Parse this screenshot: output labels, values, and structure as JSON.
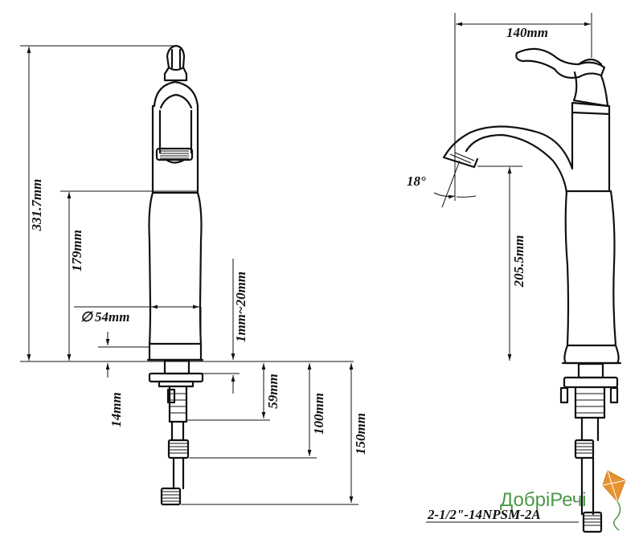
{
  "front_view": {
    "total_height": "331.7mm",
    "body_height": "179mm",
    "diameter": "54mm",
    "deck_range": "1mm~20mm",
    "base_offset": "14mm",
    "shank_59": "59mm",
    "shank_100": "100mm",
    "shank_150": "150mm",
    "diameter_symbol": "∅"
  },
  "side_view": {
    "width": "140mm",
    "angle": "18°",
    "spout_height": "205.5mm",
    "thread_spec": "2-1/2\"-14NPSM-2A"
  },
  "watermark": {
    "brand": "ДобріРечі",
    "colors": {
      "green": "#3f8f3a",
      "orange": "#e58a1f"
    }
  }
}
